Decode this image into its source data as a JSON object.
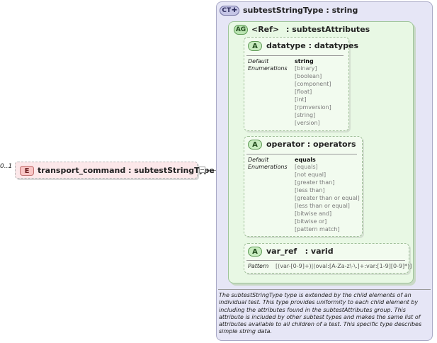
{
  "element": {
    "cardinality": "0..1",
    "badge": "E",
    "name": "transport_command",
    "sep": ":",
    "type": "subtestStringType"
  },
  "complex_type": {
    "badge": "CT",
    "title": "subtestStringType : string"
  },
  "attribute_group": {
    "badge": "AG",
    "ref": "<Ref>",
    "name": ": subtestAttributes"
  },
  "attributes": [
    {
      "badge": "A",
      "title": "datatype : datatypes",
      "default_label": "Default",
      "default_value": "string",
      "enum_label": "Enumerations",
      "enumerations": [
        "[binary]",
        "[boolean]",
        "[component]",
        "[float]",
        "[int]",
        "[rpmversion]",
        "[string]",
        "[version]"
      ]
    },
    {
      "badge": "A",
      "title": "operator : operators",
      "default_label": "Default",
      "default_value": "equals",
      "enum_label": "Enumerations",
      "enumerations": [
        "[equals]",
        "[not equal]",
        "[greater than]",
        "[less than]",
        "[greater than or equal]",
        "[less than or equal]",
        "[bitwise and]",
        "[bitwise or]",
        "[pattern match]"
      ]
    },
    {
      "badge": "A",
      "title": "var_ref   : varid",
      "pattern_label": "Pattern",
      "pattern_value": "[(var-[0-9]+)|(oval:[A-Za-z\\-\\.]+:var:[1-9][0-9]*)]"
    }
  ],
  "documentation": "The subtestStringType type is extended by the child elements of an individual test.  This type provides uniformity to each child element by including the attributes found in the subtestAttributes group.  This attribute is included by other subtest types and makes the same list of attributes available to all children of a test.  This specific type describes simple string data."
}
